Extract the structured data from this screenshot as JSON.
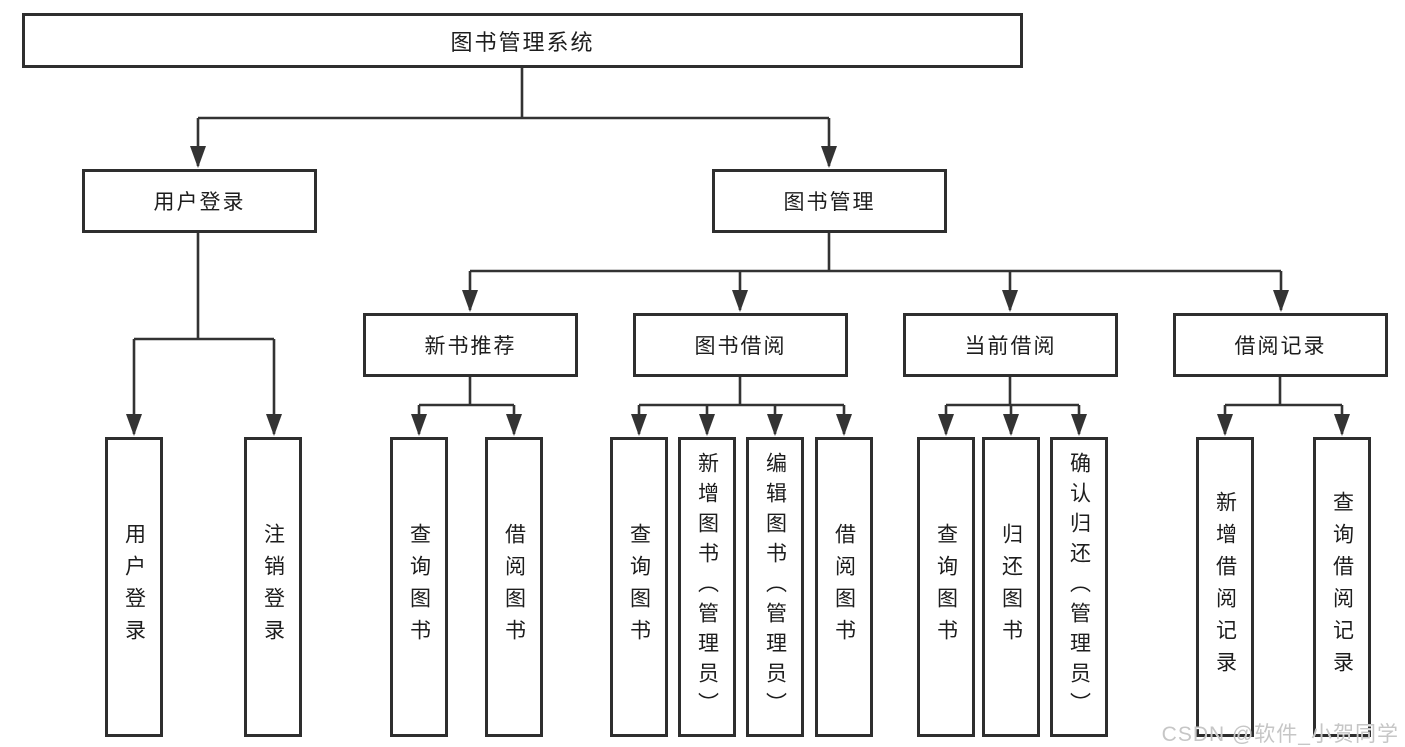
{
  "nodes": {
    "root": "图书管理系统",
    "user_login": "用户登录",
    "book_mgmt": "图书管理",
    "new_books": "新书推荐",
    "book_borrow": "图书借阅",
    "current_borrow": "当前借阅",
    "borrow_records": "借阅记录",
    "leaf_user_login": "用户登录",
    "leaf_logout": "注销登录",
    "leaf_nb_query": "查询图书",
    "leaf_nb_borrow": "借阅图书",
    "leaf_bb_query": "查询图书",
    "leaf_bb_add": "新增图书（管理员）",
    "leaf_bb_edit": "编辑图书（管理员）",
    "leaf_bb_borrow": "借阅图书",
    "leaf_cb_query": "查询图书",
    "leaf_cb_return": "归还图书",
    "leaf_cb_confirm": "确认归还（管理员）",
    "leaf_br_add": "新增借阅记录",
    "leaf_br_query": "查询借阅记录"
  },
  "watermark": "CSDN @软件_小贺同学",
  "colors": {
    "line": "#333333",
    "border": "#2e2e2e",
    "text": "#1d1d1d",
    "watermark": "#c6c6c6",
    "background": "#ffffff"
  }
}
